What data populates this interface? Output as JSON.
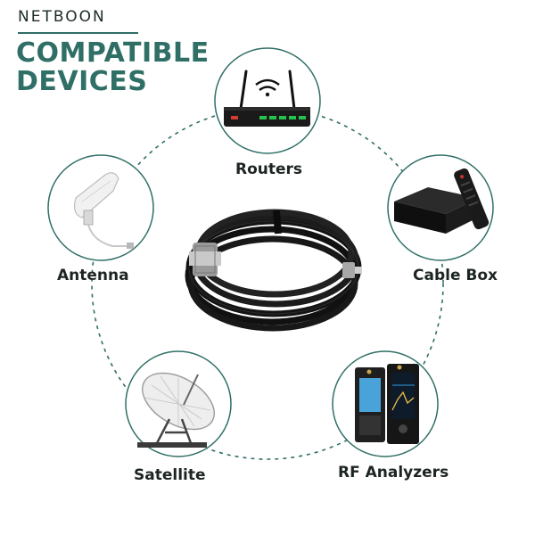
{
  "brand": {
    "name": "NETBOON"
  },
  "headline": {
    "line1": "COMPATIBLE",
    "line2": "DEVICES"
  },
  "devices": [
    {
      "label": "Routers",
      "icon": "router-icon"
    },
    {
      "label": "Antenna",
      "icon": "antenna-icon"
    },
    {
      "label": "Cable Box",
      "icon": "cable-box-icon"
    },
    {
      "label": "Satellite",
      "icon": "satellite-dish-icon"
    },
    {
      "label": "RF Analyzers",
      "icon": "rf-analyzer-icon"
    }
  ],
  "product": {
    "icon": "coaxial-cable-coil-icon"
  },
  "colors": {
    "accent": "#2f6f66",
    "ring": "#2f6f66",
    "text": "#1d2523"
  }
}
